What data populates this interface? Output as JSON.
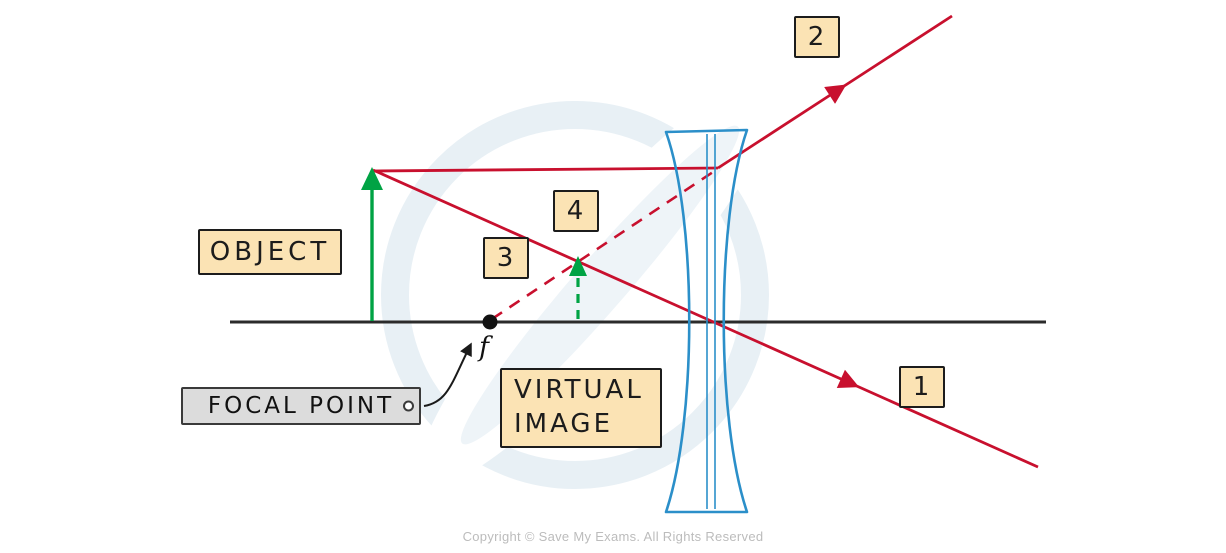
{
  "labels": {
    "object": "OBJECT",
    "focal_point": "FOCAL POINT",
    "focal_symbol": "f",
    "virtual_image": "VIRTUAL IMAGE",
    "ray_1": "1",
    "ray_2": "2",
    "ray_3": "3",
    "ray_4": "4"
  },
  "footer": {
    "copyright": "Copyright © Save My Exams. All Rights Reserved"
  },
  "colors": {
    "ray_red": "#c8102e",
    "arrow_green": "#00a344",
    "lens_blue": "#2b8fc9",
    "axis_black": "#2b2b2b",
    "label_fill": "#fbe3b4",
    "tag_fill": "#dcdcdc",
    "watermark_blue": "#e8f0f5",
    "copyright_gray": "#bcbcbc"
  }
}
